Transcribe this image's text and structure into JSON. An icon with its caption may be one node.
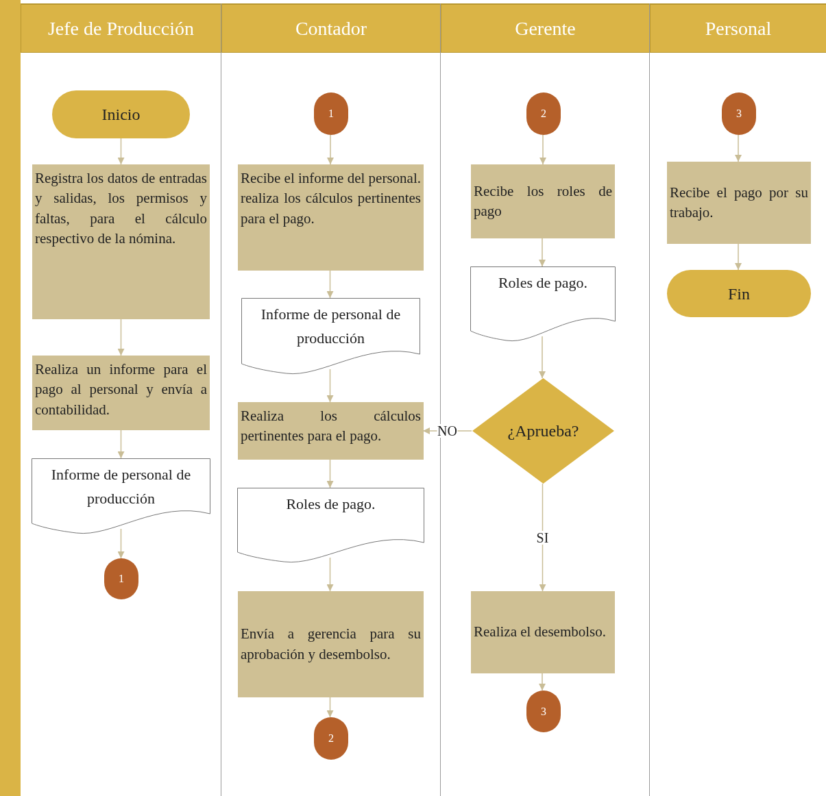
{
  "diagram": {
    "nodes": [
      {
        "text": [
          "Jefe de Producción"
        ]
      },
      {
        "text": [
          "Contador"
        ]
      },
      {
        "text": [
          "Gerente"
        ]
      },
      {
        "text": [
          "Personal"
        ]
      },
      {
        "text": [
          "Inicio"
        ],
        "in": 0
      },
      {
        "text": [
          "Registra los datos de entradas y salidas, los permisos y faltas, para el cálculo respectivo de la nómina."
        ],
        "in": 0
      },
      {
        "text": [
          "Realiza un informe para el pago al personal y envía a contabilidad."
        ],
        "in": 0
      },
      {
        "text": [
          "Informe de personal de producción"
        ],
        "in": 0
      },
      {
        "text": [
          "1"
        ],
        "in": 0
      },
      {
        "text": [
          "1"
        ],
        "in": 1
      },
      {
        "text": [
          "Recibe el informe del personal. realiza los cálculos pertinentes para el pago."
        ],
        "in": 1
      },
      {
        "text": [
          "Informe de personal de producción"
        ],
        "in": 1
      },
      {
        "text": [
          "Realiza los cálculos pertinentes para el pago."
        ],
        "in": 1
      },
      {
        "text": [
          "Roles de pago."
        ],
        "in": 1
      },
      {
        "text": [
          "Envía a gerencia para su aprobación y desembolso."
        ],
        "in": 1
      },
      {
        "text": [
          "2"
        ],
        "in": 1
      },
      {
        "text": [
          "2"
        ],
        "in": 2
      },
      {
        "text": [
          "Recibe los roles de pago"
        ],
        "in": 2
      },
      {
        "text": [
          "Roles de pago."
        ],
        "in": 2
      },
      {
        "text": [
          "¿Aprueba?"
        ],
        "in": 2
      },
      {
        "text": [
          "Realiza el desembolso."
        ],
        "in": 2
      },
      {
        "text": [
          "3"
        ],
        "in": 2
      },
      {
        "text": [
          "3"
        ],
        "in": 3
      },
      {
        "text": [
          "Recibe el pago por su trabajo."
        ],
        "in": 3
      },
      {
        "text": [
          "Fin"
        ],
        "in": 3
      }
    ],
    "edges": [
      {
        "from": 4,
        "to": 5,
        "arrow": "to"
      },
      {
        "from": 5,
        "to": 6,
        "arrow": "to"
      },
      {
        "from": 6,
        "to": 7,
        "arrow": "to"
      },
      {
        "from": 7,
        "to": 8,
        "arrow": "to"
      },
      {
        "from": 9,
        "to": 10,
        "arrow": "to"
      },
      {
        "from": 10,
        "to": 11,
        "arrow": "to"
      },
      {
        "from": 11,
        "to": 12,
        "arrow": "to"
      },
      {
        "from": 12,
        "to": 13,
        "arrow": "to"
      },
      {
        "from": 13,
        "to": 14,
        "arrow": "to"
      },
      {
        "from": 14,
        "to": 15,
        "arrow": "to"
      },
      {
        "from": 16,
        "to": 17,
        "arrow": "to"
      },
      {
        "from": 17,
        "to": 18,
        "arrow": "to"
      },
      {
        "from": 18,
        "to": 19,
        "arrow": "to"
      },
      {
        "from": 19,
        "to": 12,
        "arrow": "to",
        "label": "NO"
      },
      {
        "from": 19,
        "to": 20,
        "arrow": "to",
        "label": "SI"
      },
      {
        "from": 20,
        "to": 21,
        "arrow": "to"
      },
      {
        "from": 22,
        "to": 23,
        "arrow": "to"
      },
      {
        "from": 23,
        "to": 24,
        "arrow": "to"
      }
    ]
  }
}
